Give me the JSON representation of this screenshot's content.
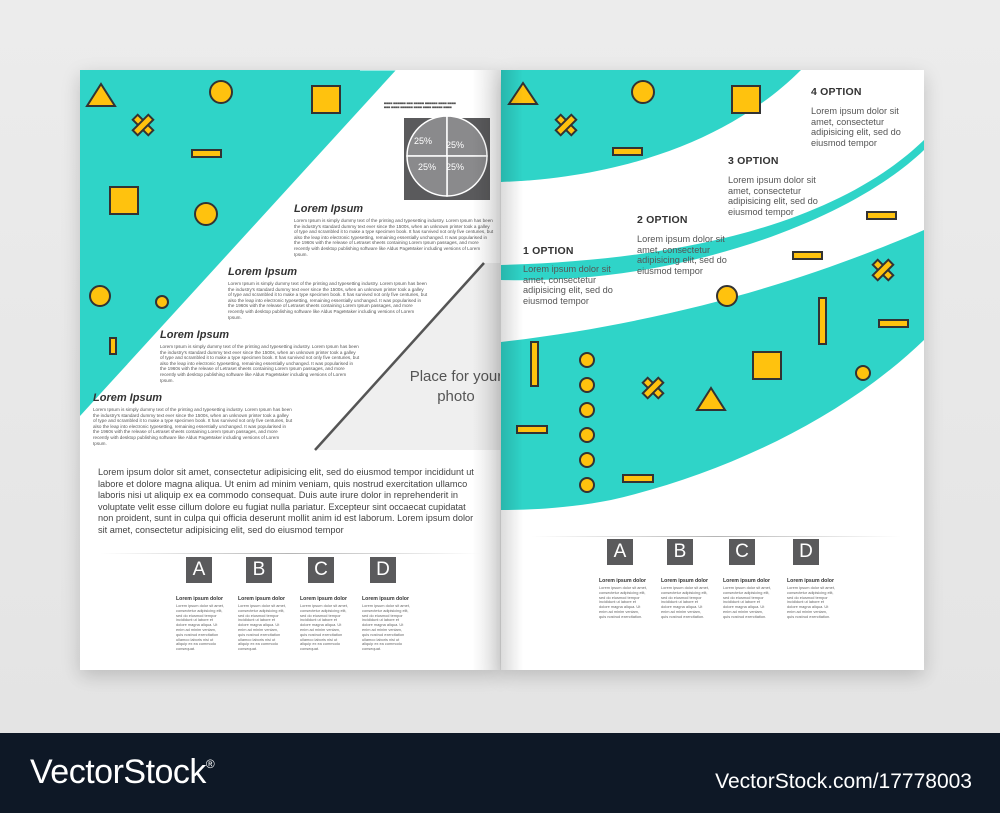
{
  "left_page": {
    "mini_header": "",
    "pie": {
      "q1": "25%",
      "q2": "25%",
      "q3": "25%",
      "q4": "25%"
    },
    "sections": [
      {
        "title": "Lorem Ipsum",
        "text": "Lorem Ipsum is simply dummy text of the printing and typesetting industry. Lorem Ipsum has been the industry's standard dummy text ever since the 1500s, when an unknown printer took a galley of type and scrambled it to make a type specimen book. It has survived not only five centuries, but also the leap into electronic typesetting, remaining essentially unchanged. It was popularised in the 1960s with the release of Letraset sheets containing Lorem Ipsum passages, and more recently with desktop publishing software like Aldus PageMaker including versions of Lorem Ipsum."
      },
      {
        "title": "Lorem Ipsum",
        "text": "Lorem Ipsum is simply dummy text of the printing and typesetting industry. Lorem Ipsum has been the industry's standard dummy text ever since the 1500s, when an unknown printer took a galley of type and scrambled it to make a type specimen book. It has survived not only five centuries, but also the leap into electronic typesetting, remaining essentially unchanged. It was popularised in the 1960s with the release of Letraset sheets containing Lorem Ipsum passages, and more recently with desktop publishing software like Aldus PageMaker including versions of Lorem Ipsum."
      },
      {
        "title": "Lorem Ipsum",
        "text": "Lorem Ipsum is simply dummy text of the printing and typesetting industry. Lorem Ipsum has been the industry's standard dummy text ever since the 1500s, when an unknown printer took a galley of type and scrambled it to make a type specimen book. It has survived not only five centuries, but also the leap into electronic typesetting, remaining essentially unchanged. It was popularised in the 1960s with the release of Letraset sheets containing Lorem Ipsum passages, and more recently with desktop publishing software like Aldus PageMaker including versions of Lorem Ipsum."
      },
      {
        "title": "Lorem Ipsum",
        "text": "Lorem Ipsum is simply dummy text of the printing and typesetting industry. Lorem Ipsum has been the industry's standard dummy text ever since the 1500s, when an unknown printer took a galley of type and scrambled it to make a type specimen book. It has survived not only five centuries, but also the leap into electronic typesetting, remaining essentially unchanged. It was popularised in the 1960s with the release of Letraset sheets containing Lorem Ipsum passages, and more recently with desktop publishing software like Aldus PageMaker including versions of Lorem Ipsum."
      }
    ],
    "photo_placeholder": "Place for your photo",
    "body_text": "Lorem ipsum dolor sit amet, consectetur adipisicing elit, sed do eiusmod tempor incididunt ut labore et dolore magna aliqua. Ut enim ad minim veniam, quis nostrud exercitation ullamco laboris nisi ut aliquip ex ea commodo consequat. Duis aute irure dolor in reprehenderit in voluptate velit esse cillum dolore eu fugiat nulla pariatur. Excepteur sint occaecat cupidatat non proident, sunt in culpa qui officia deserunt mollit anim id est laborum. Lorem ipsum dolor sit amet, consectetur adipisicing elit, sed do eiusmod tempor",
    "columns": [
      {
        "letter": "A",
        "title": "Lorem ipsum dolor",
        "text": "Lorem ipsum dolor sit amet, consectetur adipisicing elit, sed do eiusmod tempor incididunt ut labore et dolore magna aliqua. Ut enim ad minim veniam, quis nostrud exercitation ullamco laboris nisi ut aliquip ex ea commodo consequat."
      },
      {
        "letter": "B",
        "title": "Lorem ipsum dolor",
        "text": "Lorem ipsum dolor sit amet, consectetur adipisicing elit, sed do eiusmod tempor incididunt ut labore et dolore magna aliqua. Ut enim ad minim veniam, quis nostrud exercitation ullamco laboris nisi ut aliquip ex ea commodo consequat."
      },
      {
        "letter": "C",
        "title": "Lorem ipsum dolor",
        "text": "Lorem ipsum dolor sit amet, consectetur adipisicing elit, sed do eiusmod tempor incididunt ut labore et dolore magna aliqua. Ut enim ad minim veniam, quis nostrud exercitation ullamco laboris nisi ut aliquip ex ea commodo consequat."
      },
      {
        "letter": "D",
        "title": "Lorem ipsum dolor",
        "text": "Lorem ipsum dolor sit amet, consectetur adipisicing elit, sed do eiusmod tempor incididunt ut labore et dolore magna aliqua. Ut enim ad minim veniam, quis nostrud exercitation ullamco laboris nisi ut aliquip ex ea commodo consequat."
      }
    ]
  },
  "right_page": {
    "options": [
      {
        "title": "1 OPTION",
        "text": "Lorem ipsum dolor sit amet, consectetur adipisicing elit, sed do eiusmod tempor"
      },
      {
        "title": "2 OPTION",
        "text": "Lorem ipsum dolor sit amet, consectetur adipisicing elit, sed do eiusmod tempor"
      },
      {
        "title": "3 OPTION",
        "text": "Lorem ipsum dolor sit amet, consectetur adipisicing elit, sed do eiusmod tempor"
      },
      {
        "title": "4 OPTION",
        "text": "Lorem ipsum dolor sit amet, consectetur adipisicing elit, sed do eiusmod tempor"
      }
    ],
    "columns": [
      {
        "letter": "A",
        "title": "Lorem ipsum dolor",
        "text": "Lorem ipsum dolor sit amet, consectetur adipisicing elit, sed do eiusmod tempor incididunt ut labore et dolore magna aliqua. Ut enim ad minim veniam, quis nostrud exercitation."
      },
      {
        "letter": "B",
        "title": "Lorem ipsum dolor",
        "text": "Lorem ipsum dolor sit amet, consectetur adipisicing elit, sed do eiusmod tempor incididunt ut labore et dolore magna aliqua. Ut enim ad minim veniam, quis nostrud exercitation."
      },
      {
        "letter": "C",
        "title": "Lorem ipsum dolor",
        "text": "Lorem ipsum dolor sit amet, consectetur adipisicing elit, sed do eiusmod tempor incididunt ut labore et dolore magna aliqua. Ut enim ad minim veniam, quis nostrud exercitation."
      },
      {
        "letter": "D",
        "title": "Lorem ipsum dolor",
        "text": "Lorem ipsum dolor sit amet, consectetur adipisicing elit, sed do eiusmod tempor incididunt ut labore et dolore magna aliqua. Ut enim ad minim veniam, quis nostrud exercitation."
      }
    ]
  },
  "footer": {
    "brand": "VectorStock",
    "registered": "®",
    "stock_id": "VectorStock.com/17778003"
  },
  "colors": {
    "teal": "#2fd4c8",
    "yellow": "#ffc20e",
    "dark_gray": "#5a5a5c",
    "footer": "#0e1826"
  }
}
